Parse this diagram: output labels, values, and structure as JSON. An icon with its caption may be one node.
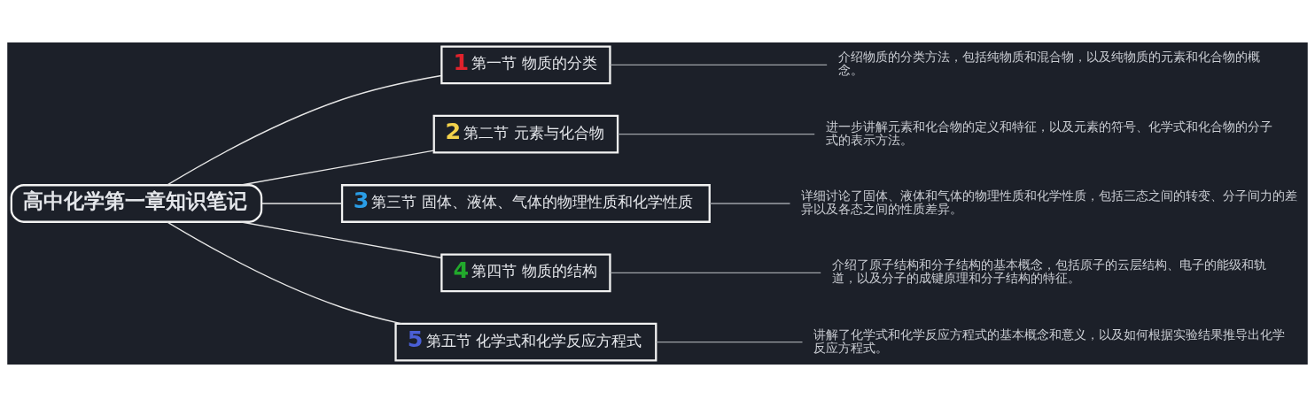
{
  "diagram": {
    "nodes": [
      {
        "text": [
          "高中化学第一章知识笔记"
        ]
      },
      {
        "text": [
          "1",
          "第一节 物质的分类"
        ]
      },
      {
        "text": [
          "介绍物质的分类方法，包括纯物质和混合物，以及纯物质的元素和化合物的概念。"
        ]
      },
      {
        "text": [
          "2",
          "第二节 元素与化合物"
        ]
      },
      {
        "text": [
          "进一步讲解元素和化合物的定义和特征，以及元素的符号、化学式和化合物的分子式的表示方法。"
        ]
      },
      {
        "text": [
          "3",
          "第三节 固体、液体、气体的物理性质和化学性质"
        ]
      },
      {
        "text": [
          "详细讨论了固体、液体和气体的物理性质和化学性质，包括三态之间的转变、分子间力的差异以及各态之间的性质差异。"
        ]
      },
      {
        "text": [
          "4",
          "第四节 物质的结构"
        ]
      },
      {
        "text": [
          "介绍了原子结构和分子结构的基本概念，包括原子的云层结构、电子的能级和轨道，以及分子的成键原理和分子结构的特征。"
        ]
      },
      {
        "text": [
          "5",
          "第五节 化学式和化学反应方程式"
        ]
      },
      {
        "text": [
          "讲解了化学式和化学反应方程式的基本概念和意义，以及如何根据实验结果推导出化学反应方程式。"
        ]
      }
    ],
    "edges": [
      {
        "from": 0,
        "to": 1,
        "arrow": "none"
      },
      {
        "from": 0,
        "to": 3,
        "arrow": "none"
      },
      {
        "from": 0,
        "to": 5,
        "arrow": "none"
      },
      {
        "from": 0,
        "to": 7,
        "arrow": "none"
      },
      {
        "from": 0,
        "to": 9,
        "arrow": "none"
      },
      {
        "from": 1,
        "to": 2,
        "arrow": "none",
        "color": "#9ea2a8"
      },
      {
        "from": 3,
        "to": 4,
        "arrow": "none",
        "color": "#9ea2a8"
      },
      {
        "from": 5,
        "to": 6,
        "arrow": "none",
        "color": "#9ea2a8"
      },
      {
        "from": 7,
        "to": 8,
        "arrow": "none",
        "color": "#9ea2a8"
      },
      {
        "from": 9,
        "to": 10,
        "arrow": "none",
        "color": "#9ea2a8"
      }
    ]
  }
}
